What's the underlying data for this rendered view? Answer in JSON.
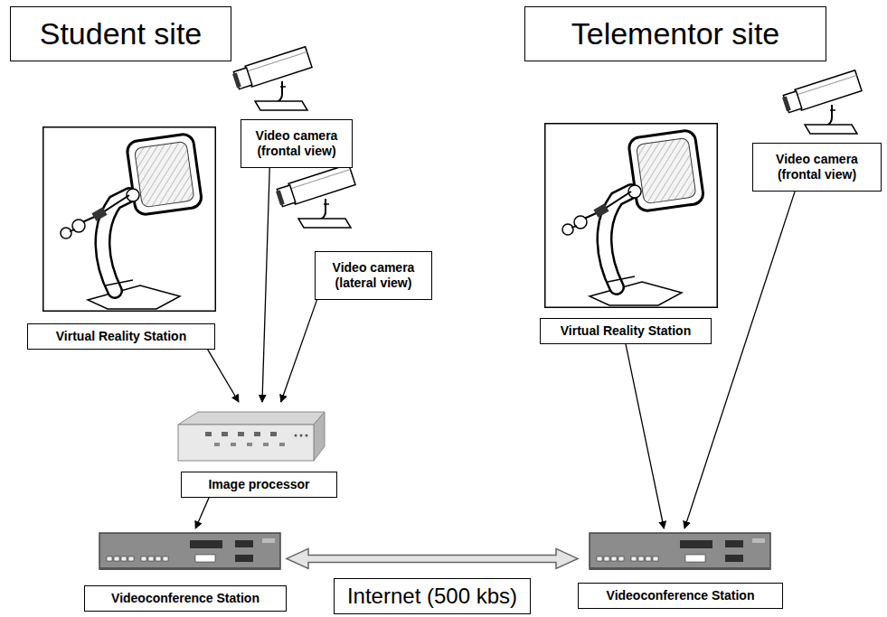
{
  "diagram": {
    "nodes": [
      {
        "text": [
          "Student site"
        ]
      },
      {
        "text": [
          "Telementor site"
        ]
      },
      {
        "text": [
          "Video camera (frontal view)"
        ]
      },
      {
        "text": [
          "Video camera (frontal view)"
        ]
      },
      {
        "text": [
          "Video camera (lateral view)"
        ]
      },
      {
        "text": [
          "Virtual Reality Station"
        ]
      },
      {
        "text": [
          "Virtual Reality Station"
        ]
      },
      {
        "text": [
          "Image processor"
        ]
      },
      {
        "text": [
          "Videoconference Station"
        ]
      },
      {
        "text": [
          "Videoconference Station"
        ]
      }
    ],
    "edges": [
      {
        "from": 5,
        "to": 7,
        "arrow": "to"
      },
      {
        "from": 2,
        "to": 7,
        "arrow": "to"
      },
      {
        "from": 4,
        "to": 7,
        "arrow": "to"
      },
      {
        "from": 7,
        "to": 8,
        "arrow": "to"
      },
      {
        "from": 6,
        "to": 9,
        "arrow": "to"
      },
      {
        "from": 3,
        "to": 9,
        "arrow": "to"
      },
      {
        "from": 8,
        "to": 9,
        "label": "Internet (500 kbs)",
        "arrow": "both"
      }
    ]
  }
}
